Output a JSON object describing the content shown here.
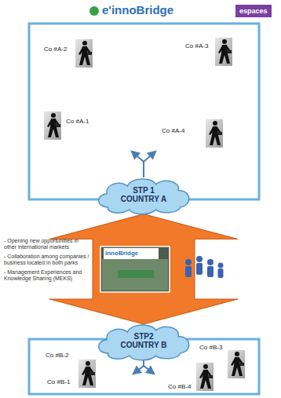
{
  "diagram": {
    "nodes": [
      {
        "text": [
          "STP 1 COUNTRY A"
        ]
      },
      {
        "text": [
          "STP2 COUNTRY B"
        ]
      }
    ],
    "edges": [
      {
        "from": 0,
        "to": 1,
        "arrow": "both"
      }
    ],
    "labels": [
      "e'innoBridge",
      "espaces",
      "Co #A-2",
      "Co #A-3",
      "Co #A-1",
      "Co #A-4",
      "- Opening new opportunities in other international markets",
      "- Collaboration among companies / business located in both parks",
      "- Management Experiences and Knowledge Sharing (MEKS)",
      "innoBridge",
      "Co #B-2",
      "Co #B-3",
      "Co #B-1",
      "Co #B-4"
    ]
  }
}
